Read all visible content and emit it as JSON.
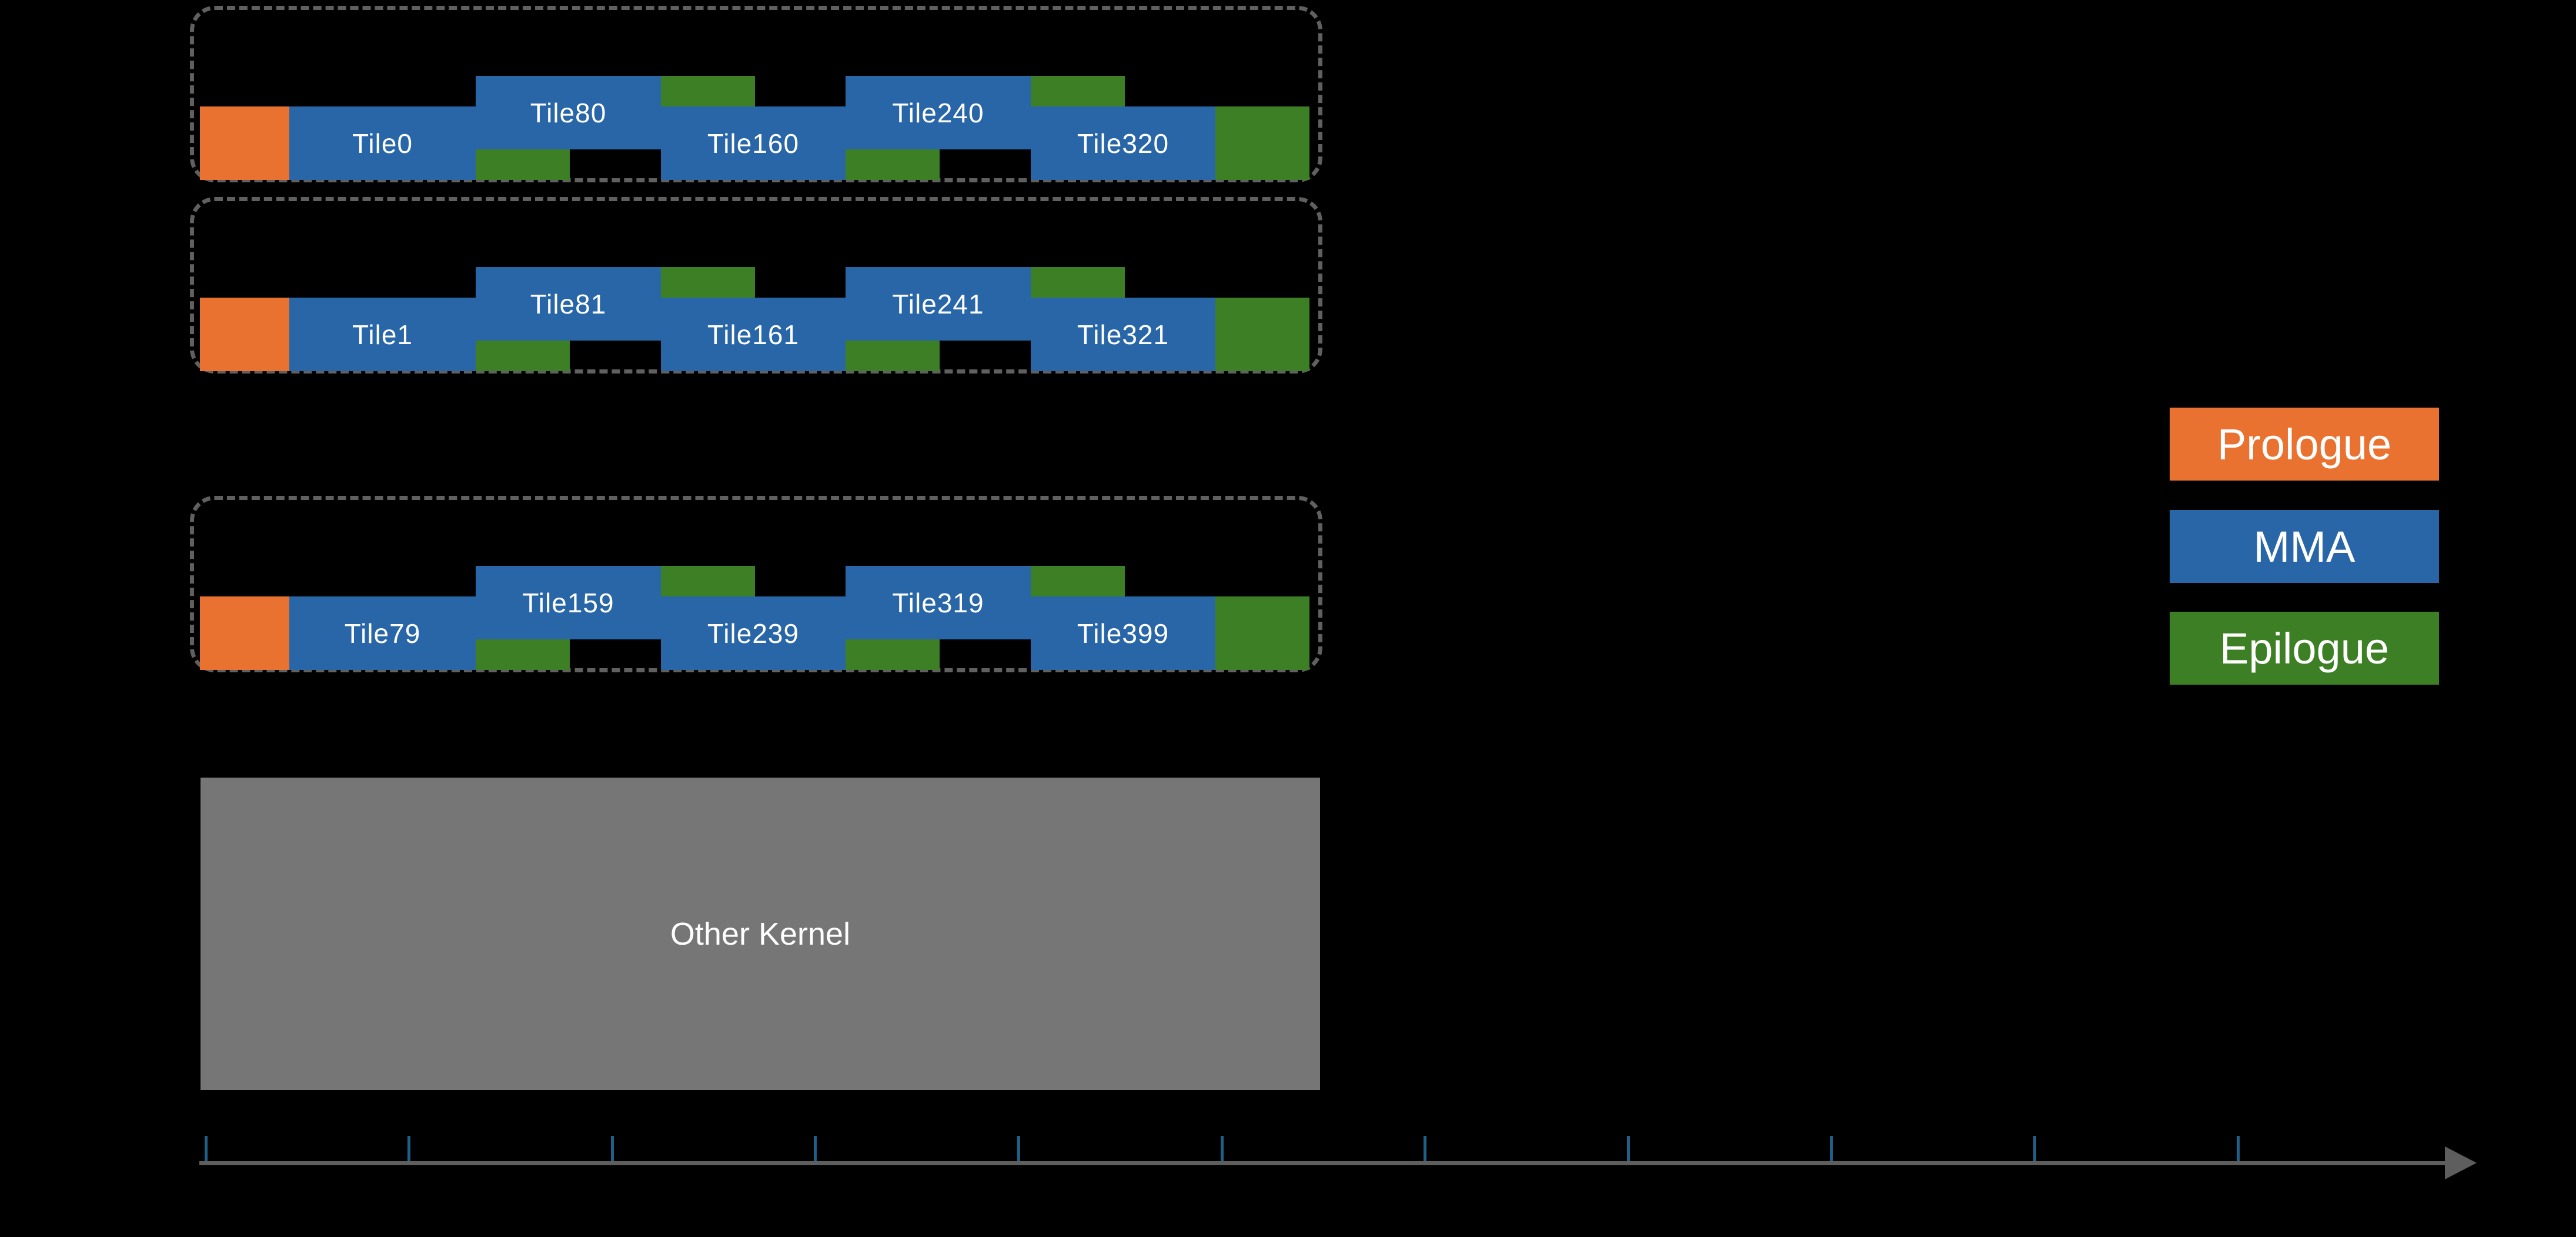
{
  "figure": {
    "background": "#000000",
    "rows": [
      {
        "name": "row-1",
        "tiles": [
          "Tile0",
          "Tile80",
          "Tile160",
          "Tile240",
          "Tile320"
        ]
      },
      {
        "name": "row-2",
        "tiles": [
          "Tile1",
          "Tile81",
          "Tile161",
          "Tile241",
          "Tile321"
        ]
      },
      {
        "name": "row-3",
        "tiles": [
          "Tile79",
          "Tile159",
          "Tile239",
          "Tile319",
          "Tile399"
        ]
      }
    ],
    "other_kernel": {
      "label": "Other Kernel",
      "color": "#767676",
      "text_color": "#FFFFFF"
    },
    "legend": [
      {
        "label": "Prologue",
        "color": "#E97230"
      },
      {
        "label": "MMA",
        "color": "#2866A8"
      },
      {
        "label": "Epilogue",
        "color": "#3C7F24"
      }
    ],
    "colors": {
      "prologue": "#E97230",
      "mma": "#2866A8",
      "epilogue": "#3C7F24",
      "row_border": "#606060",
      "axis": "#5E5E5E",
      "tick": "#1E6088",
      "tile_text": "#FFFFFF"
    },
    "timeline": {
      "tick_count": 11
    }
  }
}
